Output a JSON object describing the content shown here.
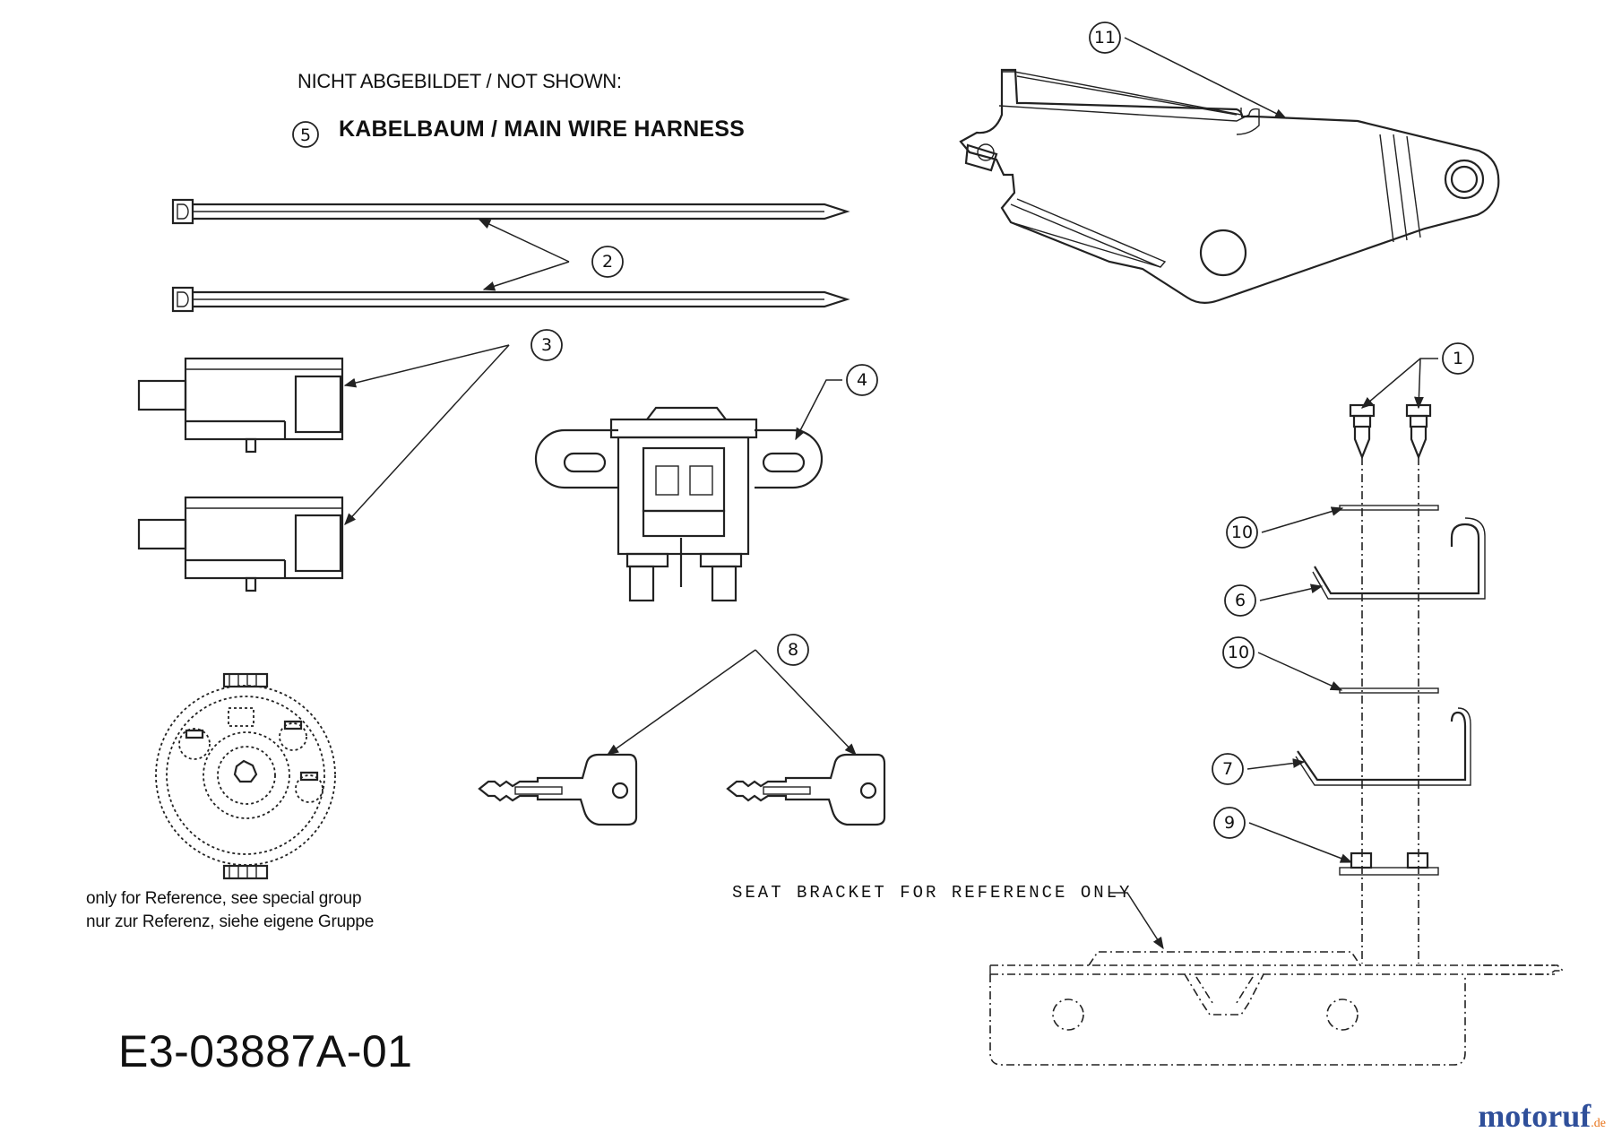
{
  "notes": {
    "not_shown_heading": "NICHT ABGEBILDET / NOT SHOWN:",
    "not_shown_item_number": "5",
    "not_shown_item_label": "KABELBAUM / MAIN WIRE HARNESS"
  },
  "reference_note": {
    "line1": "only for Reference, see special group",
    "line2": "nur zur Referenz, siehe eigene Gruppe"
  },
  "seat_bracket_label": "SEAT BRACKET FOR REFERENCE ONLY",
  "drawing_code": "E3-03887A-01",
  "watermark": {
    "name": "motoruf",
    "tld": ".de"
  },
  "callouts": {
    "c1": "1",
    "c2": "2",
    "c3": "3",
    "c4": "4",
    "c6": "6",
    "c7": "7",
    "c8": "8",
    "c9": "9",
    "c10a": "10",
    "c10b": "10",
    "c11": "11"
  },
  "colors": {
    "line": "#222222",
    "brand_blue": "#2f4f9a",
    "brand_orange": "#e8731a"
  }
}
